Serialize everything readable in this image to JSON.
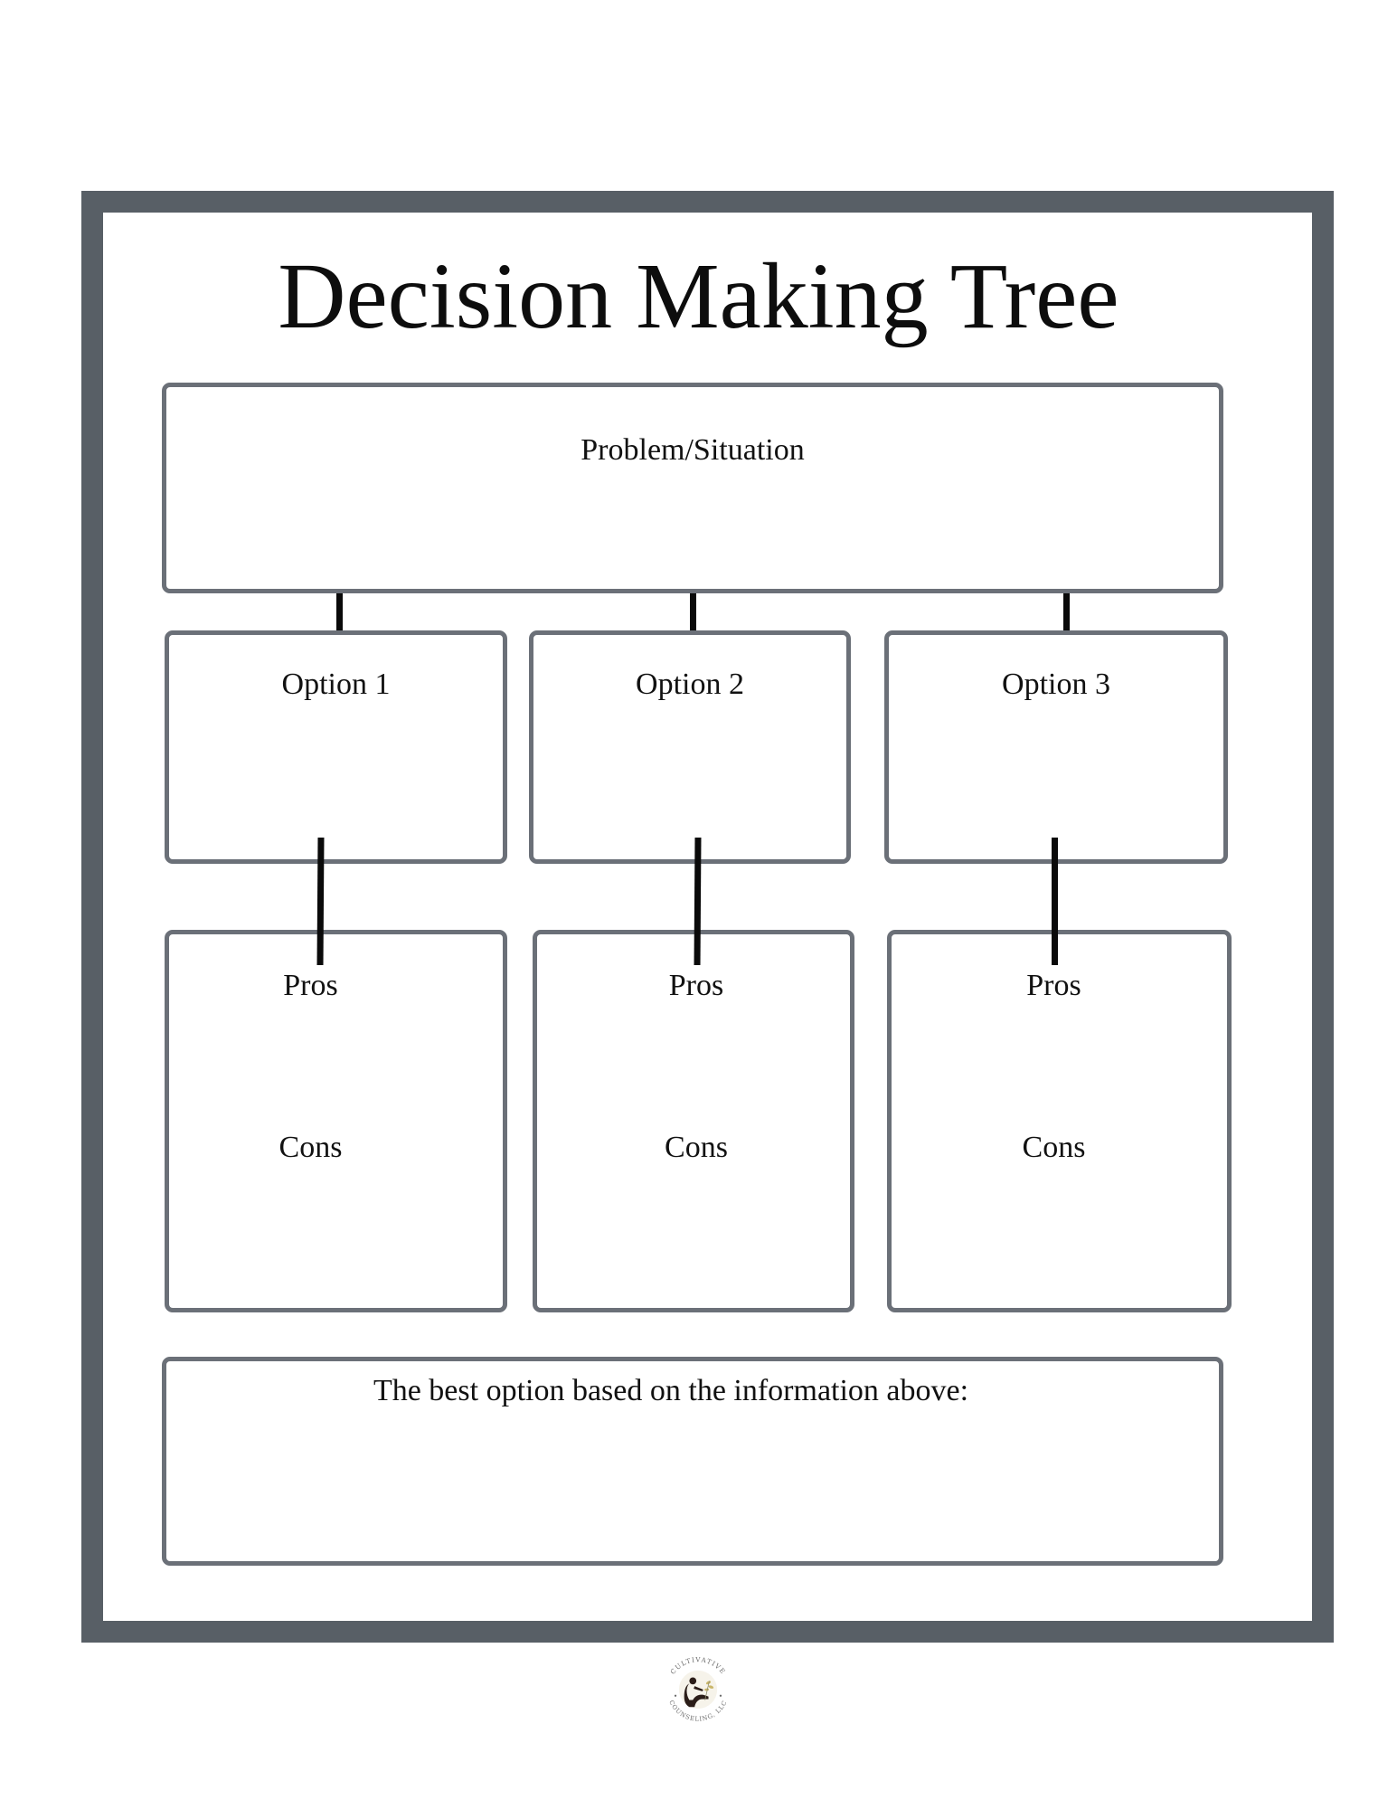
{
  "title": "Decision Making Tree",
  "problem": {
    "label": "Problem/Situation"
  },
  "options": [
    {
      "label": "Option 1"
    },
    {
      "label": "Option 2"
    },
    {
      "label": "Option 3"
    }
  ],
  "evaluations": [
    {
      "pros_label": "Pros",
      "cons_label": "Cons"
    },
    {
      "pros_label": "Pros",
      "cons_label": "Cons"
    },
    {
      "pros_label": "Pros",
      "cons_label": "Cons"
    }
  ],
  "conclusion": {
    "label": "The best option based on the information above:"
  },
  "logo": {
    "text_top": "CULTIVATIVE",
    "text_bottom": "COUNSELING, LLC"
  },
  "colors": {
    "frame": "#585f66",
    "box_border": "#6b7078",
    "connector": "#0a0a0a"
  }
}
